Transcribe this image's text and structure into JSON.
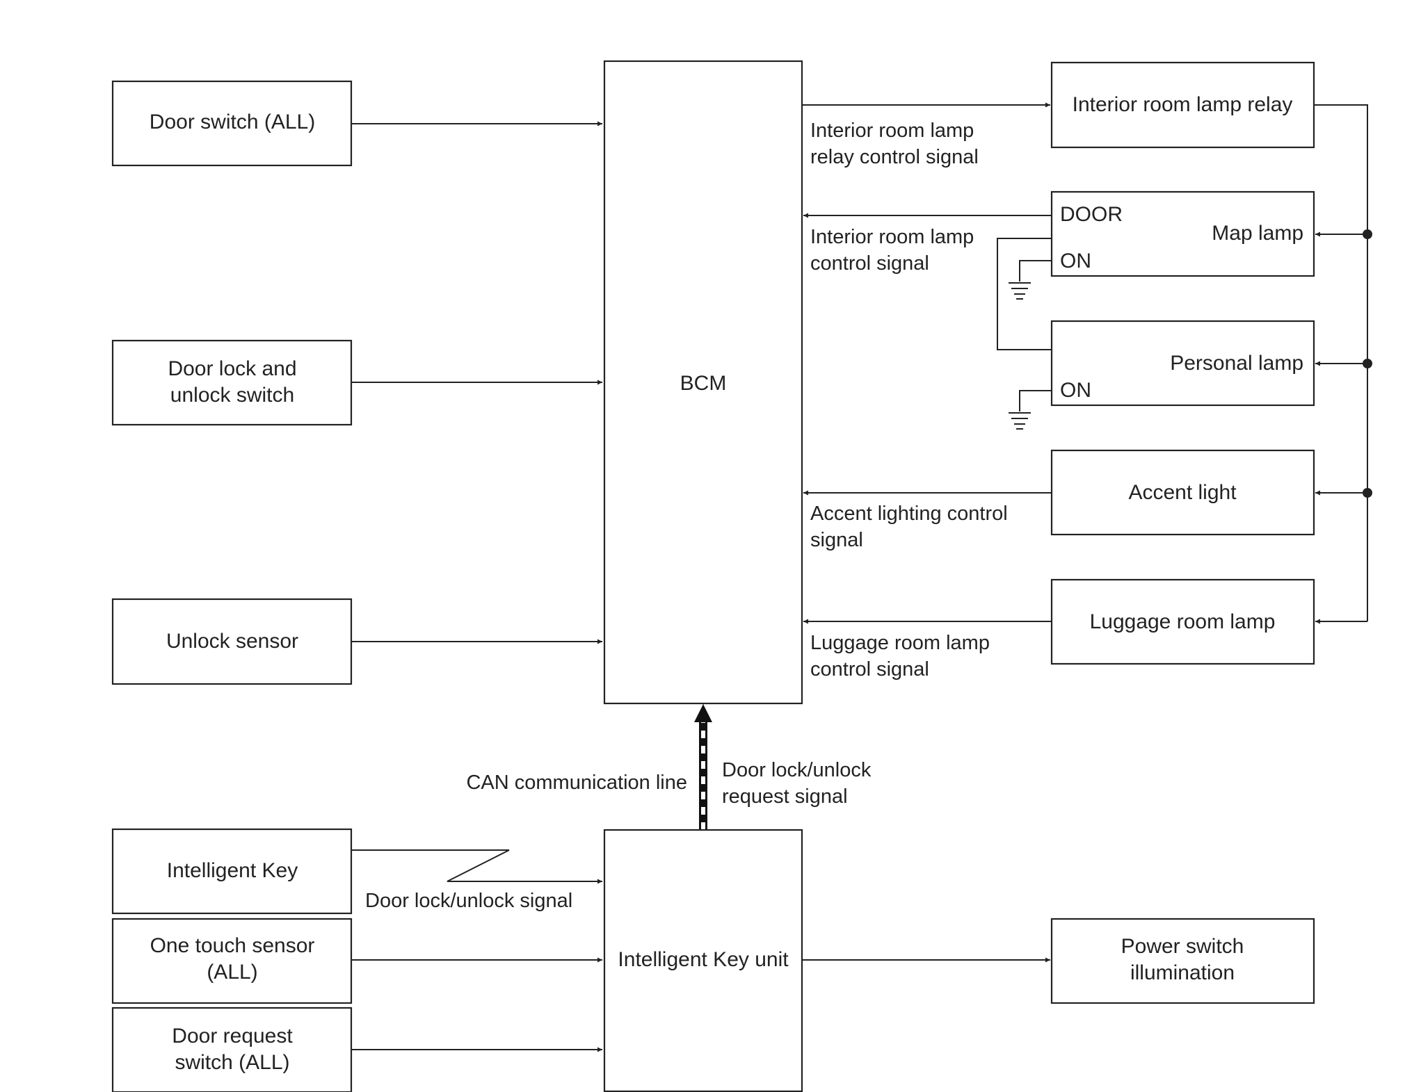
{
  "blocks": {
    "door_switch": "Door switch (ALL)",
    "door_lock_switch": [
      "Door lock and",
      "unlock switch"
    ],
    "unlock_sensor": "Unlock sensor",
    "bcm": "BCM",
    "intelligent_key": "Intelligent Key",
    "one_touch_sensor": [
      "One touch sensor",
      "(ALL)"
    ],
    "door_request_switch": [
      "Door request",
      "switch (ALL)"
    ],
    "intelligent_key_unit": "Intelligent Key unit",
    "power_switch_illumination": [
      "Power switch",
      "illumination"
    ],
    "interior_room_lamp_relay": "Interior room lamp relay",
    "map_lamp": {
      "name": "Map lamp",
      "door_terminal": "DOOR",
      "on_terminal": "ON"
    },
    "personal_lamp": {
      "name": "Personal lamp",
      "on_terminal": "ON"
    },
    "accent_light": "Accent light",
    "luggage_room_lamp": "Luggage room lamp"
  },
  "signals": {
    "relay_control": [
      "Interior room lamp",
      "relay control signal"
    ],
    "lamp_control": [
      "Interior room lamp",
      "control signal"
    ],
    "accent_control": [
      "Accent lighting control",
      "signal"
    ],
    "luggage_control": [
      "Luggage room lamp",
      "control signal"
    ],
    "can_line": "CAN communication line",
    "door_lock_request": [
      "Door lock/unlock",
      "request signal"
    ],
    "door_lock_signal": "Door lock/unlock signal"
  }
}
